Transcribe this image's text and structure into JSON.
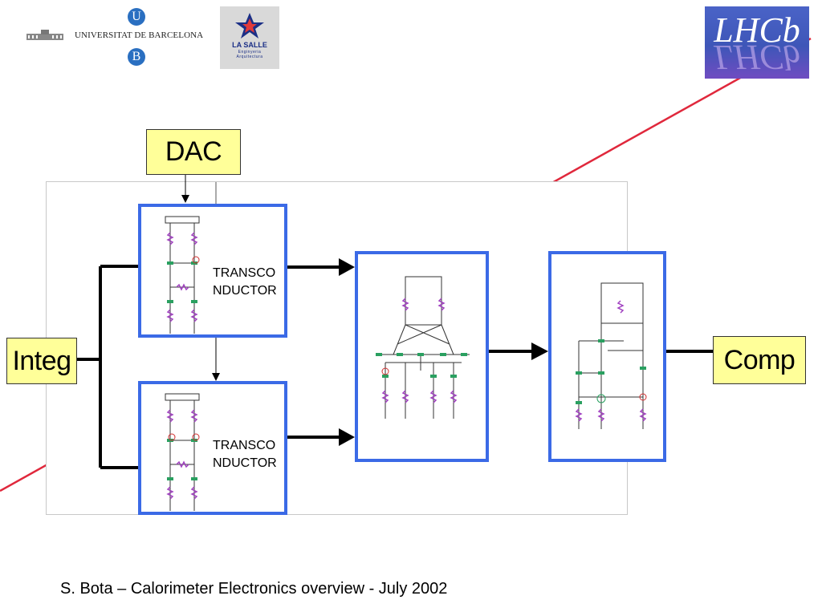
{
  "header": {
    "university_name": "UNIVERSITAT DE BARCELONA",
    "ub_letters": [
      "U",
      "B"
    ],
    "lasalle_name": "LA SALLE",
    "lasalle_subtitle_1": "Enginyeria",
    "lasalle_subtitle_2": "Arquitectura",
    "lhcb_logo": "LHCb"
  },
  "diagram": {
    "dac_label": "DAC",
    "integ_label": "Integ",
    "comp_label": "Comp",
    "transconductor_top_label": "TRANSCO\nNDUCTOR",
    "transconductor_bottom_label": "TRANSCO\nNDUCTOR"
  },
  "footer": {
    "text": "S. Bota – Calorimeter Electronics overview - July 2002"
  },
  "colors": {
    "block_border": "#3b6ae6",
    "label_fill": "#ffff99",
    "accent_line": "#e0283c",
    "lhcb_blue": "#4a63c7"
  }
}
